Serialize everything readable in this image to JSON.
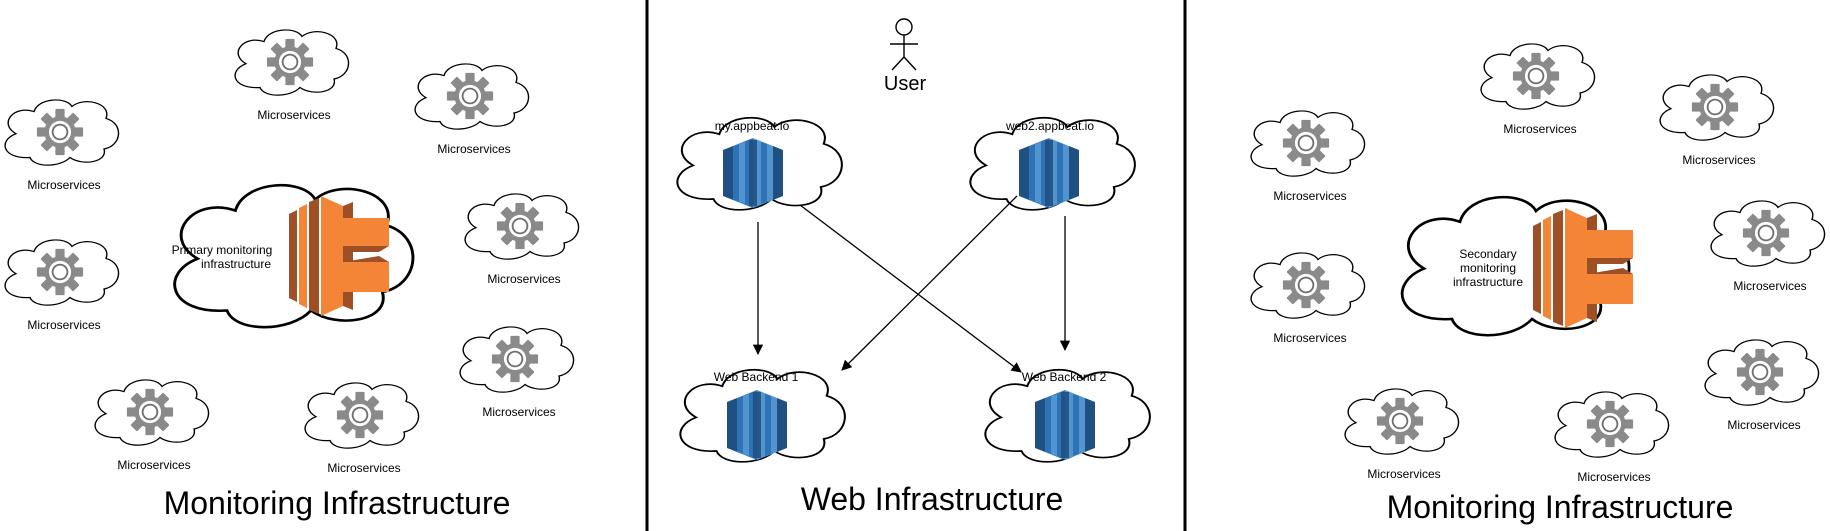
{
  "sections": [
    {
      "id": "monitoring-left",
      "title": "Monitoring Infrastructure"
    },
    {
      "id": "web",
      "title": "Web Infrastructure"
    },
    {
      "id": "monitoring-right",
      "title": "Monitoring Infrastructure"
    }
  ],
  "left": {
    "hub_label_lines": [
      "Primary monitoring",
      "infrastructure"
    ],
    "microservice_label": "Microservices",
    "microservice_count": 8
  },
  "right": {
    "hub_label_lines": [
      "Secondary",
      "monitoring",
      "infrastructure"
    ],
    "microservice_label": "Microservices",
    "microservice_count": 8
  },
  "web": {
    "user_label": "User",
    "frontends": [
      "my.appbeat.io",
      "web2.appbeat.io"
    ],
    "backends": [
      "Web Backend 1",
      "Web Backend 2"
    ],
    "connections": [
      {
        "from": "my.appbeat.io",
        "to": "Web Backend 1"
      },
      {
        "from": "my.appbeat.io",
        "to": "Web Backend 2"
      },
      {
        "from": "web2.appbeat.io",
        "to": "Web Backend 1"
      },
      {
        "from": "web2.appbeat.io",
        "to": "Web Backend 2"
      }
    ]
  },
  "colors": {
    "aws_orange": "#F58536",
    "aws_orange_dark": "#9D5025",
    "aws_blue": "#2E73B8",
    "aws_blue_light": "#5294CF",
    "aws_blue_dark": "#205081",
    "gear": "#8A8A8A"
  }
}
